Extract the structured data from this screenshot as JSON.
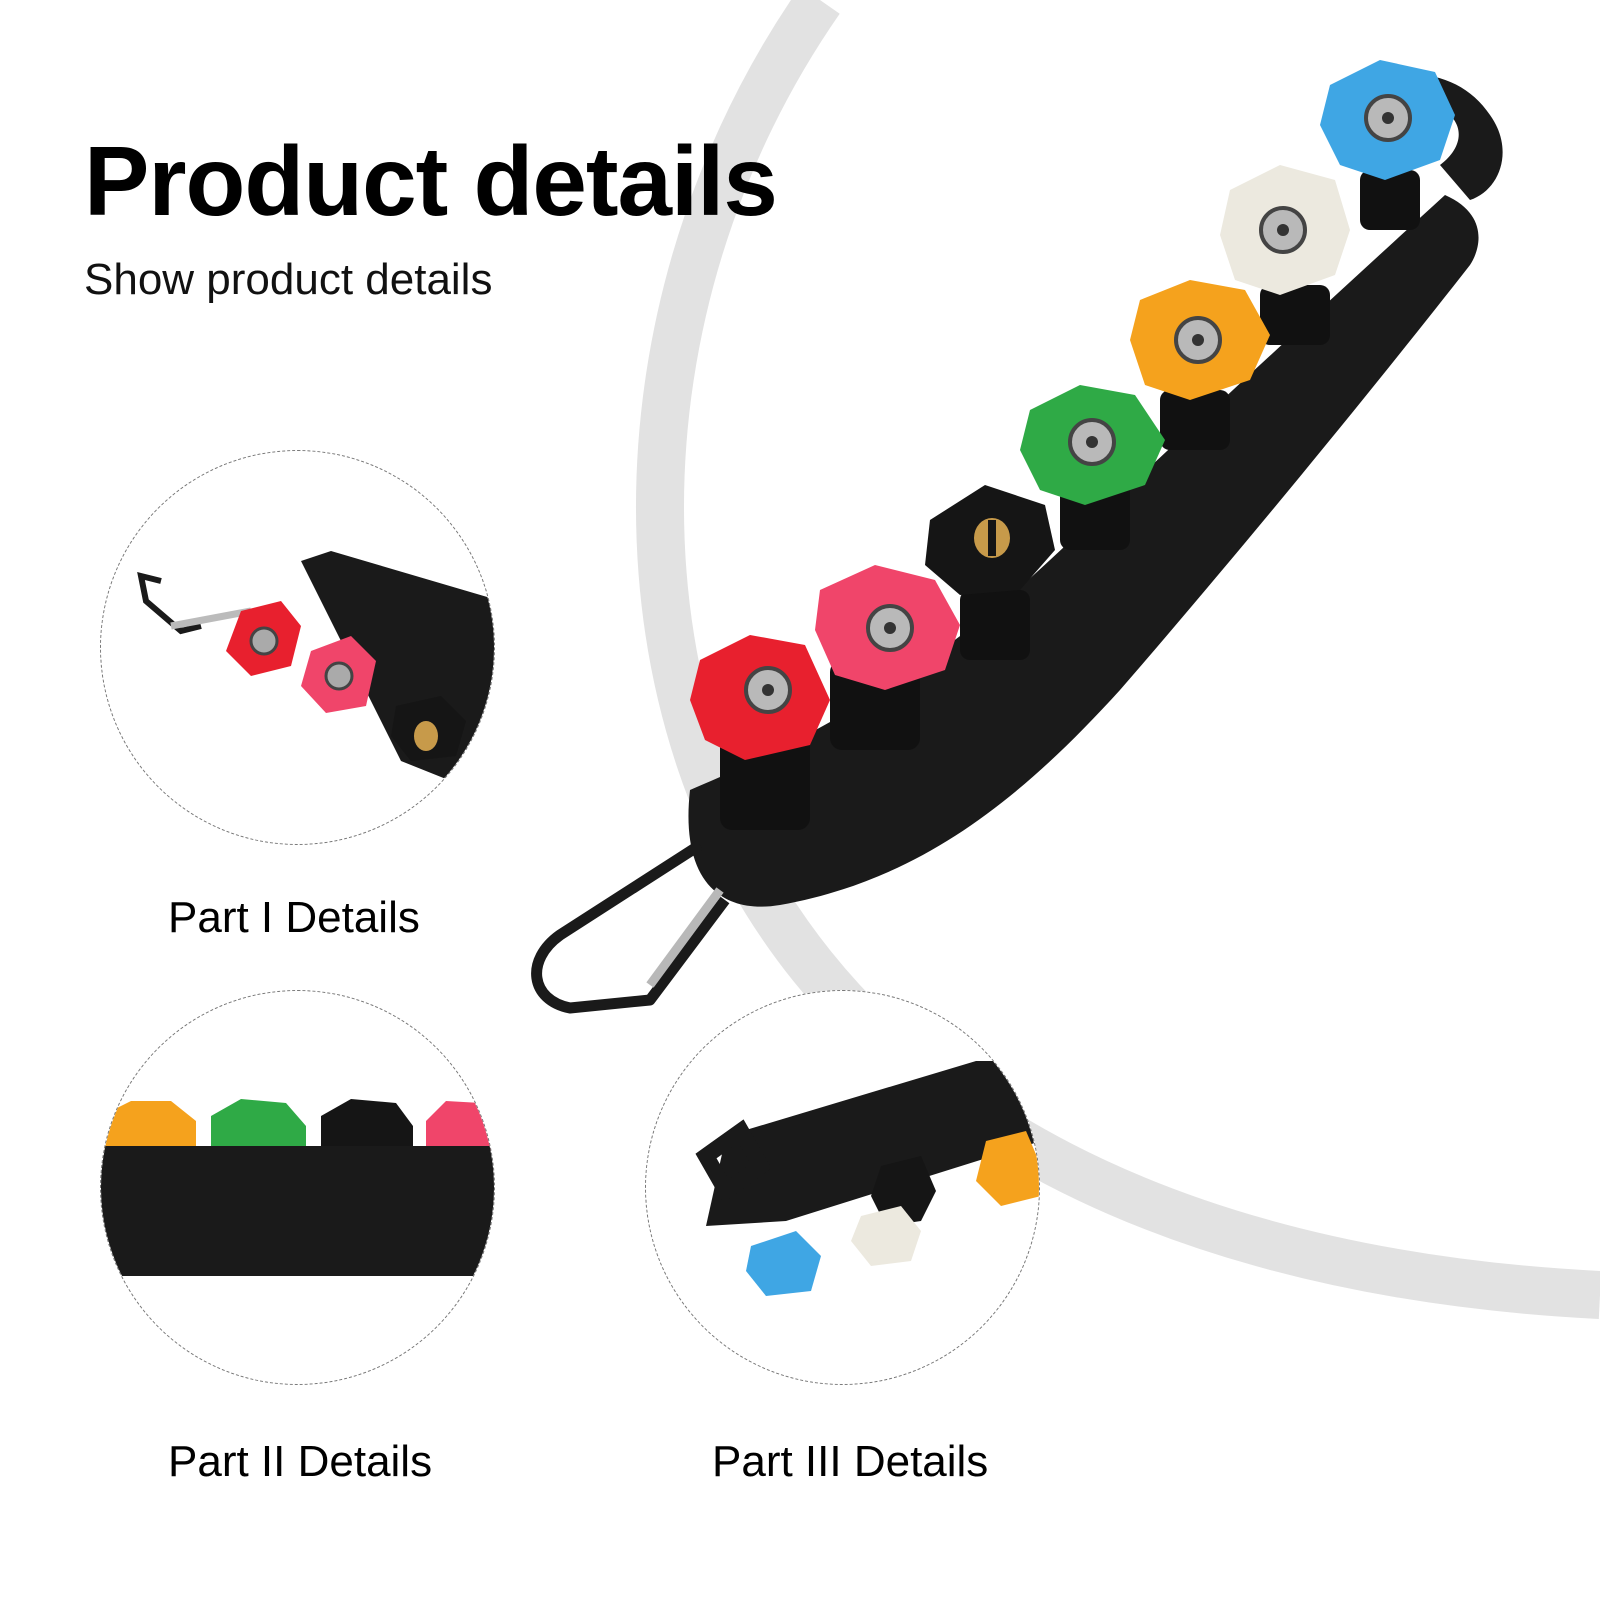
{
  "header": {
    "title": "Product details",
    "subtitle": "Show product details"
  },
  "details": [
    {
      "caption": "Part I Details"
    },
    {
      "caption": "Part II Details"
    },
    {
      "caption": "Part III Details"
    }
  ],
  "product": {
    "nozzle_colors": {
      "red": "#e8202e",
      "pink": "#f0456a",
      "black": "#151515",
      "green": "#2faa46",
      "orange": "#f5a21d",
      "white": "#ece9df",
      "blue": "#3fa6e4"
    },
    "holder_color": "#1a1a1a",
    "brass_color": "#c79a4a",
    "accent_arc_color": "#e2e2e2"
  }
}
